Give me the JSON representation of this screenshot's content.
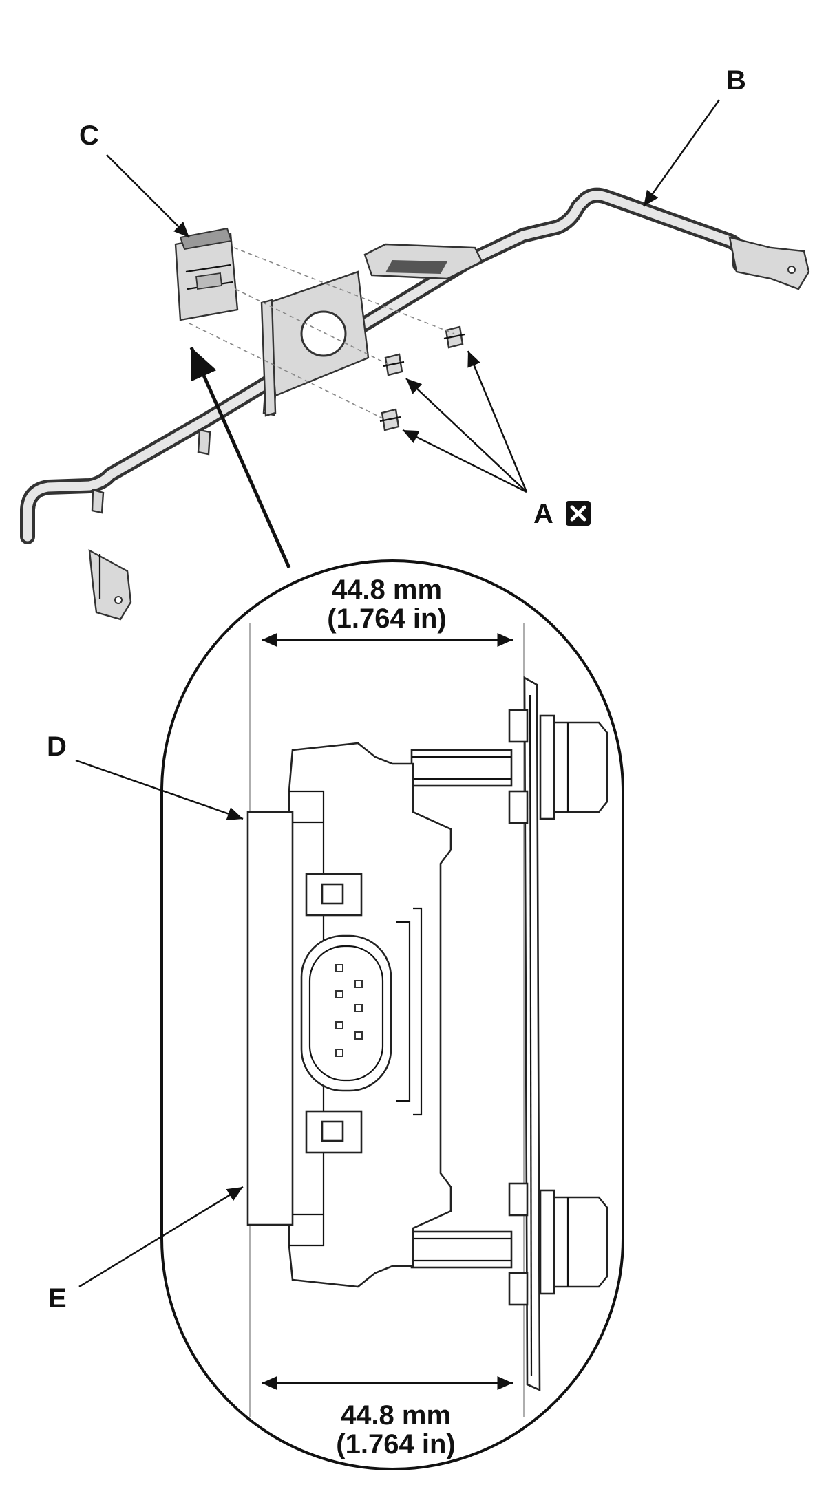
{
  "callouts": {
    "a": "A",
    "b": "B",
    "c": "C",
    "d": "D",
    "e": "E"
  },
  "icons": {
    "replace_marker": "x-box-icon"
  },
  "dimensions": {
    "top": {
      "mm": "44.8 mm",
      "in": "(1.764 in)"
    },
    "bottom": {
      "mm": "44.8 mm",
      "in": "(1.764 in)"
    }
  }
}
